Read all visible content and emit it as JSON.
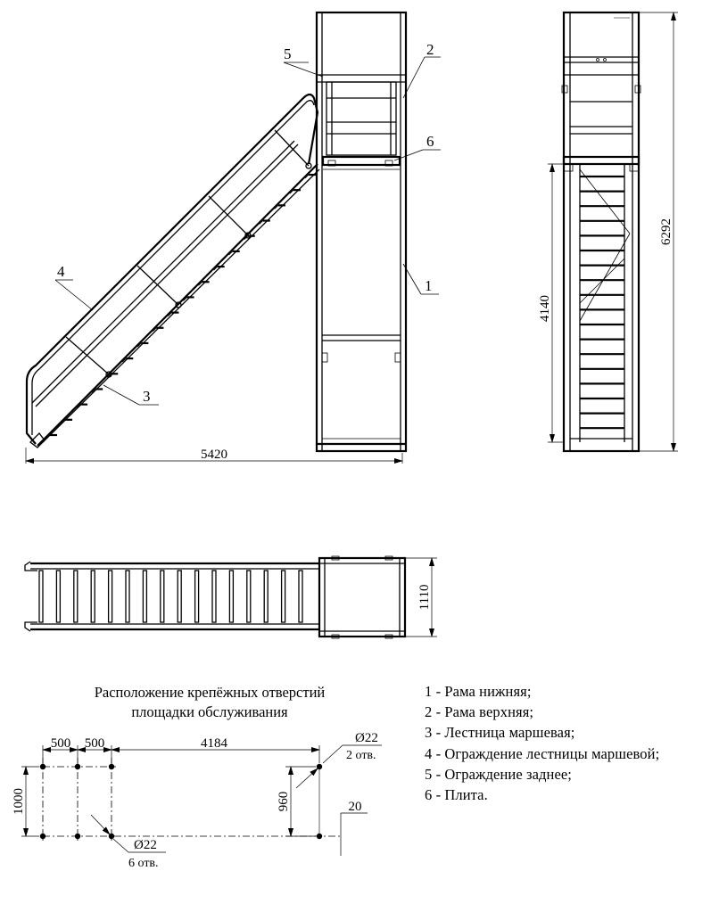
{
  "dimensions": {
    "total_length": "5420",
    "total_height": "6292",
    "ladder_height": "4140",
    "platform_width": "1110"
  },
  "callouts": [
    "1",
    "2",
    "3",
    "4",
    "5",
    "6"
  ],
  "holes_layout": {
    "title_line1": "Расположение крепёжных отверстий",
    "title_line2": "площадки обслуживания",
    "dim_500_a": "500",
    "dim_500_b": "500",
    "dim_4184": "4184",
    "dim_1000": "1000",
    "dim_960": "960",
    "dim_20": "20",
    "hole_dia_right": "Ø22",
    "hole_count_right": "2 отв.",
    "hole_dia_left": "Ø22",
    "hole_count_left": "6 отв."
  },
  "legend": [
    "1 - Рама нижняя;",
    "2 - Рама верхняя;",
    "3 - Лестница маршевая;",
    "4 - Ограждение лестницы маршевой;",
    "5 - Ограждение заднее;",
    "6 - Плита."
  ]
}
